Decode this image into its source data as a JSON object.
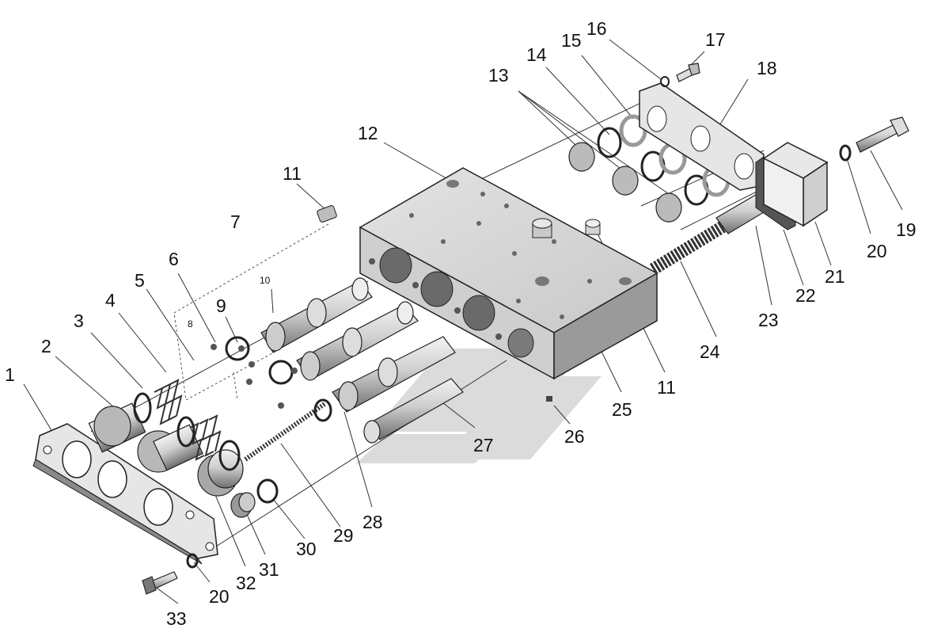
{
  "labels": {
    "p1": "1",
    "p2": "2",
    "p3": "3",
    "p4": "4",
    "p5": "5",
    "p6": "6",
    "p7": "7",
    "p8": "8",
    "p9": "9",
    "p10": "10",
    "p11a": "11",
    "p11b": "11",
    "p12": "12",
    "p13": "13",
    "p14": "14",
    "p15": "15",
    "p16": "16",
    "p17": "17",
    "p18": "18",
    "p19": "19",
    "p20a": "20",
    "p20b": "20",
    "p21": "21",
    "p22": "22",
    "p23": "23",
    "p24": "24",
    "p25": "25",
    "p26": "26",
    "p27": "27",
    "p28": "28",
    "p29": "29",
    "p30": "30",
    "p31": "31",
    "p32": "32",
    "p33": "33"
  },
  "colors": {
    "line": "#222222",
    "metal_light": "#d9d9d9",
    "metal_mid": "#b5b5b5",
    "metal_dark": "#6e6e6e",
    "watermark": "#cfcfcf"
  }
}
